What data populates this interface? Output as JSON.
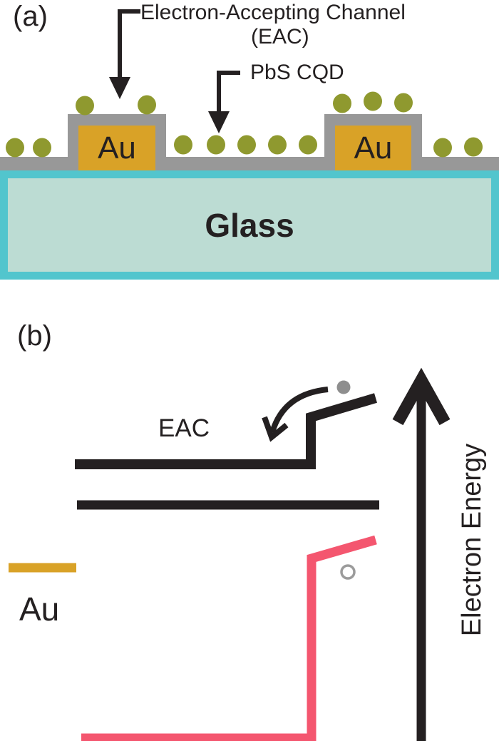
{
  "figure": {
    "type": "two-panel device schematic and energy band diagram"
  },
  "colors": {
    "bg": "#FFFFFF",
    "ink": "#242021",
    "eac-gray": "#989898",
    "gold": "#D9A227",
    "olive": "#8F992F",
    "glass-border": "#52C5CD",
    "glass-fill": "#BCDCD3",
    "pink": "#F4566F",
    "electron-gray": "#8E8E8E",
    "hole-ring": "#9B9B9B"
  },
  "panel_a": {
    "label": "(a)",
    "annotations": {
      "eac_line1": "Electron-Accepting Channel",
      "eac_line2": "(EAC)",
      "pbs": "PbS CQD"
    },
    "electrode_left_label": "Au",
    "electrode_right_label": "Au",
    "substrate_label": "Glass"
  },
  "panel_b": {
    "label": "(b)",
    "eac_label": "EAC",
    "au_label": "Au",
    "energy_axis_label": "Electron Energy"
  }
}
